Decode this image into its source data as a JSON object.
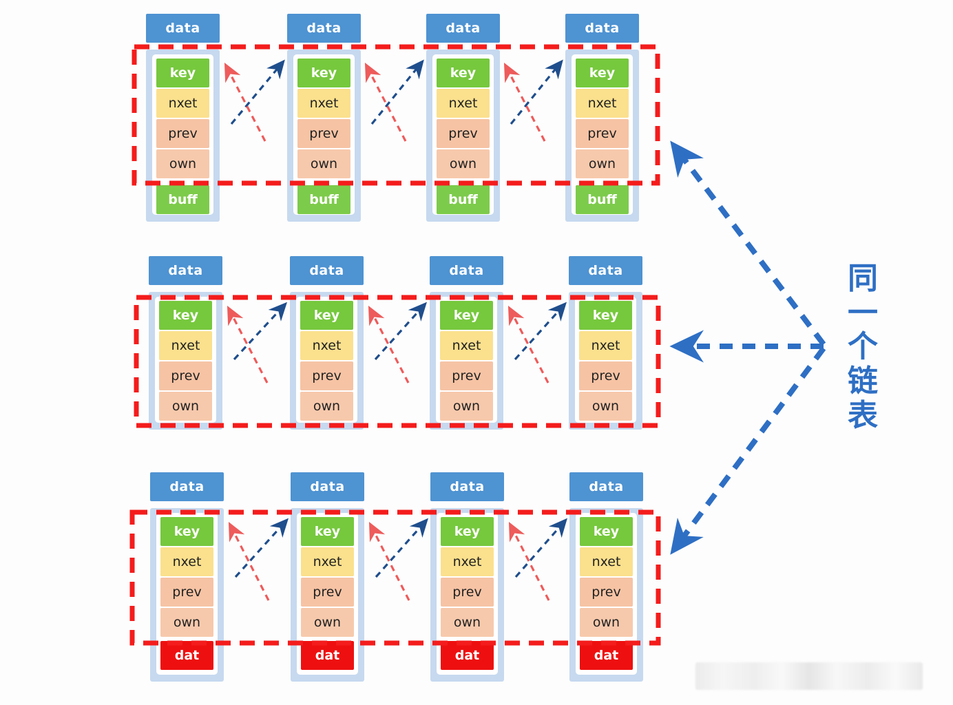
{
  "diagram": {
    "title": "Linked list node structure diagram",
    "side_label": {
      "name": "same-linked-list-label",
      "chars": [
        "同",
        "一",
        "个",
        "链",
        "表"
      ],
      "text": "同一个链表",
      "color": "#2E6FC4"
    },
    "colors": {
      "data_header": "#4E93D2",
      "card_background": "#C6D9EF",
      "card_inner": "#FFFFFF",
      "key": "#76C83D",
      "nxet": "#FBE08D",
      "prev": "#F6C3A4",
      "own": "#F7C9AC",
      "buff": "#7DCB4B",
      "dat": "#EE1010",
      "red_dashed_box": "#F41C1C",
      "blue_arrow": "#2E6FC4",
      "node_arrow_blue": "#1F4E8C",
      "node_arrow_red": "#EE5B5B"
    },
    "rows": [
      {
        "id": "row-top",
        "nodes": [
          {
            "header": "data",
            "fields": [
              "key",
              "nxet",
              "prev",
              "own"
            ],
            "footer": "buff",
            "footer_kind": "buff"
          },
          {
            "header": "data",
            "fields": [
              "key",
              "nxet",
              "prev",
              "own"
            ],
            "footer": "buff",
            "footer_kind": "buff"
          },
          {
            "header": "data",
            "fields": [
              "key",
              "nxet",
              "prev",
              "own"
            ],
            "footer": "buff",
            "footer_kind": "buff"
          },
          {
            "header": "data",
            "fields": [
              "key",
              "nxet",
              "prev",
              "own"
            ],
            "footer": "buff",
            "footer_kind": "buff"
          }
        ]
      },
      {
        "id": "row-middle",
        "nodes": [
          {
            "header": "data",
            "fields": [
              "key",
              "nxet",
              "prev",
              "own"
            ],
            "footer": "",
            "footer_kind": "none"
          },
          {
            "header": "data",
            "fields": [
              "key",
              "nxet",
              "prev",
              "own"
            ],
            "footer": "",
            "footer_kind": "none"
          },
          {
            "header": "data",
            "fields": [
              "key",
              "nxet",
              "prev",
              "own"
            ],
            "footer": "",
            "footer_kind": "none"
          },
          {
            "header": "data",
            "fields": [
              "key",
              "nxet",
              "prev",
              "own"
            ],
            "footer": "",
            "footer_kind": "none"
          }
        ]
      },
      {
        "id": "row-bottom",
        "nodes": [
          {
            "header": "data",
            "fields": [
              "key",
              "nxet",
              "prev",
              "own"
            ],
            "footer": "dat",
            "footer_kind": "dat"
          },
          {
            "header": "data",
            "fields": [
              "key",
              "nxet",
              "prev",
              "own"
            ],
            "footer": "dat",
            "footer_kind": "dat"
          },
          {
            "header": "data",
            "fields": [
              "key",
              "nxet",
              "prev",
              "own"
            ],
            "footer": "dat",
            "footer_kind": "dat"
          },
          {
            "header": "data",
            "fields": [
              "key",
              "nxet",
              "prev",
              "own"
            ],
            "footer": "dat",
            "footer_kind": "dat"
          }
        ]
      }
    ],
    "annotations": {
      "red_dashed_boxes": 3,
      "blue_callout_arrows": 3,
      "inter_node_arrow_pairs": 9,
      "inter_node_arrow_note": "each gap holds one blue dashed arrow pointing up-right (next) and one red dashed arrow pointing up-left (prev)"
    }
  }
}
